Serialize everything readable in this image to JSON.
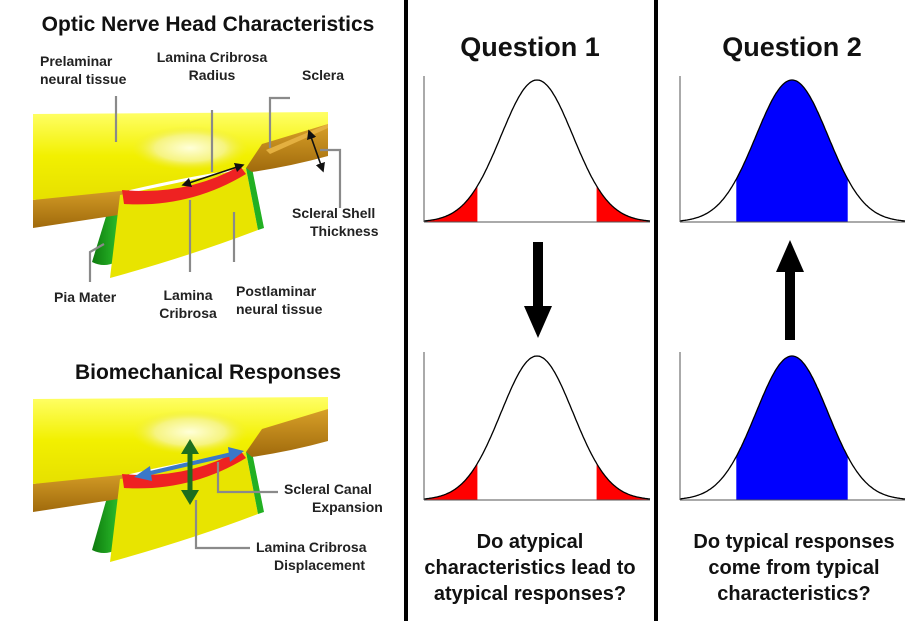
{
  "left_panel": {
    "title": "Optic Nerve Head Characteristics",
    "labels": {
      "prelaminar_1": "Prelaminar",
      "prelaminar_2": "neural tissue",
      "lc_radius_1": "Lamina Cribrosa",
      "lc_radius_2": "Radius",
      "sclera": "Sclera",
      "scleral_shell_1": "Scleral Shell",
      "scleral_shell_2": "Thickness",
      "pia_mater": "Pia Mater",
      "lamina_cribrosa_1": "Lamina",
      "lamina_cribrosa_2": "Cribrosa",
      "postlaminar_1": "Postlaminar",
      "postlaminar_2": "neural tissue"
    },
    "responses_title": "Biomechanical Responses",
    "response_labels": {
      "scleral_canal_1": "Scleral Canal",
      "scleral_canal_2": "Expansion",
      "lc_displacement_1": "Lamina Cribrosa",
      "lc_displacement_2": "Displacement"
    }
  },
  "question1": {
    "title": "Question 1",
    "text_lines": [
      "Do atypical",
      "characteristics lead to",
      "atypical responses?"
    ],
    "arrow_direction": "down",
    "highlight": "tails",
    "highlight_color": "#ff0000"
  },
  "question2": {
    "title": "Question 2",
    "text_lines": [
      "Do typical responses",
      "come from typical",
      "characteristics?"
    ],
    "arrow_direction": "up",
    "highlight": "center",
    "highlight_color": "#0000ff"
  },
  "colors": {
    "neural_tissue": "#f0f000",
    "sclera": "#c88c14",
    "lamina": "#ee2222",
    "pia": "#1fa81f",
    "radius_arrow": "#3a78c8",
    "displacement_arrow": "#1e6e1e"
  }
}
